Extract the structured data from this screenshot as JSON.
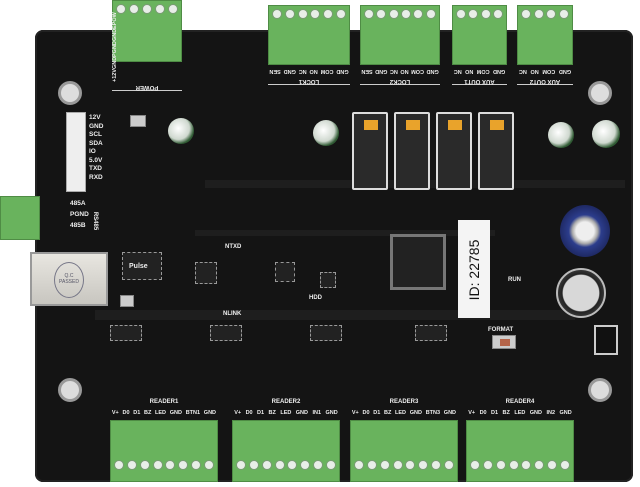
{
  "power": {
    "title": "POWER",
    "pins": [
      "+12V",
      "GND",
      "PGND",
      "GND",
      "EPOW"
    ]
  },
  "lock1": {
    "title": "LOCK1",
    "pins": [
      "GND",
      "COM",
      "NO",
      "NC",
      "GND",
      "SEN"
    ]
  },
  "lock2": {
    "title": "LOCK2",
    "pins": [
      "GND",
      "COM",
      "NO",
      "NC",
      "GND",
      "SEN"
    ]
  },
  "aux1": {
    "title": "AUX OUT1",
    "pins": [
      "GND",
      "COM",
      "NO",
      "NC"
    ]
  },
  "aux2": {
    "title": "AUX OUT2",
    "pins": [
      "GND",
      "COM",
      "NO",
      "NC"
    ]
  },
  "header_pins": [
    "12V",
    "GND",
    "SCL",
    "SDA",
    "IO",
    "5.0V",
    "TXD",
    "RXD"
  ],
  "rs485": {
    "title": "RS485",
    "pins": [
      "485A",
      "PGND",
      "485B"
    ]
  },
  "rj45": {
    "badge_top": "Q.C",
    "badge_bottom": "PASSED",
    "magnetics": "Pulse"
  },
  "labels": {
    "ntxd": "NTXD",
    "nlink": "NLINK",
    "hdd": "HDD",
    "run": "RUN",
    "format": "FORMAT",
    "id": "ID: 22785"
  },
  "readers": [
    {
      "title": "READER1",
      "pins": [
        "V+",
        "D0",
        "D1",
        "BZ",
        "LED",
        "GND",
        "BTN1",
        "GND"
      ]
    },
    {
      "title": "READER2",
      "pins": [
        "V+",
        "D0",
        "D1",
        "BZ",
        "LED",
        "GND",
        "IN1",
        "GND"
      ]
    },
    {
      "title": "READER3",
      "pins": [
        "V+",
        "D0",
        "D1",
        "BZ",
        "LED",
        "GND",
        "BTN3",
        "GND"
      ]
    },
    {
      "title": "READER4",
      "pins": [
        "V+",
        "D0",
        "D1",
        "BZ",
        "LED",
        "GND",
        "IN2",
        "GND"
      ]
    }
  ]
}
